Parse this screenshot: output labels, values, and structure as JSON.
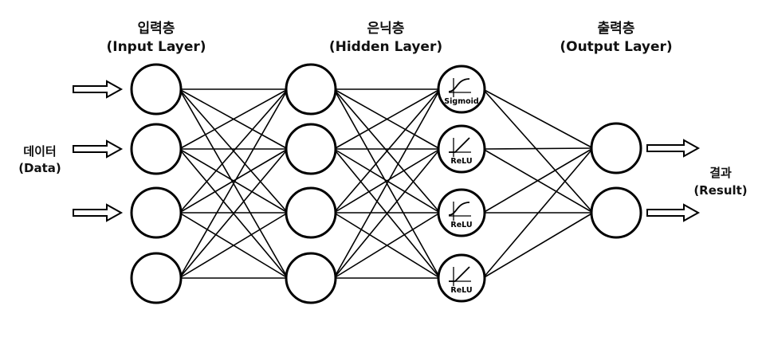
{
  "layers": {
    "input": {
      "title": "입력층",
      "subtitle": "(Input Layer)",
      "node_count": 4
    },
    "hidden": {
      "title": "은닉층",
      "subtitle": "(Hidden Layer)",
      "node_count": 4
    },
    "activations": [
      {
        "label": "Sigmoid",
        "curve": "sigmoid"
      },
      {
        "label": "ReLU",
        "curve": "relu"
      },
      {
        "label": "ReLU",
        "curve": "sigmoid"
      },
      {
        "label": "ReLU",
        "curve": "relu"
      }
    ],
    "output": {
      "title": "출력층",
      "subtitle": "(Output Layer)",
      "node_count": 2
    }
  },
  "input_label": {
    "line1": "데이터",
    "line2": "(Data)"
  },
  "output_label": {
    "line1": "결과",
    "line2": "(Result)"
  },
  "input_arrows_at_nodes": [
    0,
    1,
    2
  ],
  "output_arrows_at_nodes": [
    0,
    1
  ]
}
